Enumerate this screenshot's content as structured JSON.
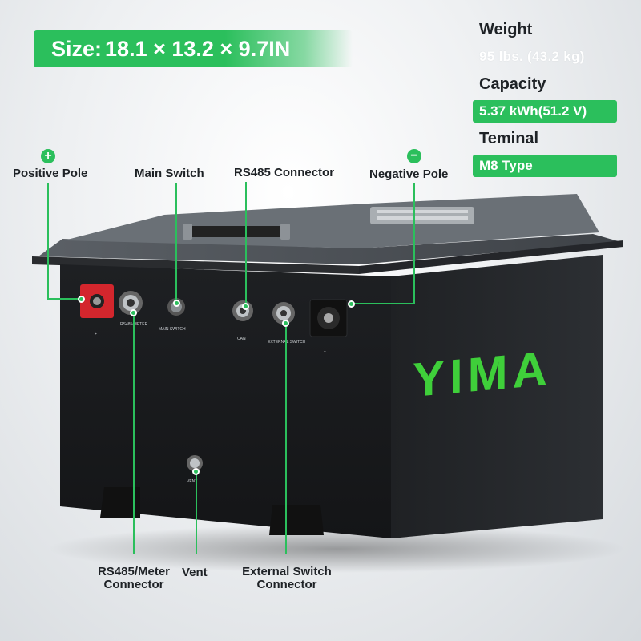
{
  "size": {
    "label": "Size:",
    "value": "18.1 × 13.2 × 9.7IN"
  },
  "specs": {
    "weight_title": "Weight",
    "weight_value": "95 lbs. (43.2 kg)",
    "capacity_title": "Capacity",
    "capacity_value": "5.37 kWh(51.2 V)",
    "terminal_title": "Teminal",
    "terminal_value": "M8 Type"
  },
  "callouts": {
    "positive_pole": "Positive Pole",
    "main_switch": "Main Switch",
    "rs485_connector": "RS485 Connector",
    "negative_pole": "Negative Pole",
    "rs485_meter_line1": "RS485/Meter",
    "rs485_meter_line2": "Connector",
    "vent": "Vent",
    "external_switch_line1": "External Switch",
    "external_switch_line2": "Connector"
  },
  "signs": {
    "plus": "+",
    "minus": "−"
  },
  "brand": {
    "logo_text": "YIMA",
    "accent": "#2bbf5c"
  },
  "panel_labels": {
    "rs485_meter": "RS485/METER",
    "main_switch": "MAIN SWITCH",
    "can": "CAN",
    "external_switch": "EXTERNAL SWITCH",
    "vent": "VENT",
    "plus": "+",
    "minus": "−"
  }
}
